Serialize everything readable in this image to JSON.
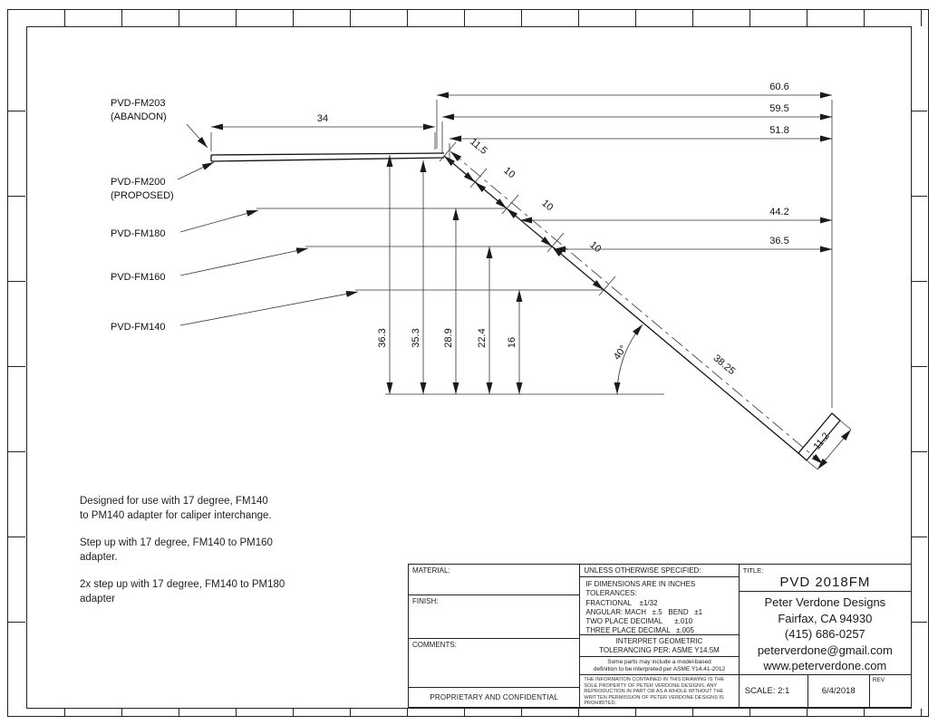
{
  "drawing": {
    "labels": {
      "fm203_line1": "PVD-FM203",
      "fm203_line2": "(ABANDON)",
      "fm200_line1": "PVD-FM200",
      "fm200_line2": "(PROPOSED)",
      "fm180": "PVD-FM180",
      "fm160": "PVD-FM160",
      "fm140": "PVD-FM140"
    },
    "dims": {
      "top_left": "34",
      "overall": "60.6",
      "second": "59.5",
      "third": "51.8",
      "fm180_x": "44.2",
      "fm160_x": "36.5",
      "diag_1": "11.5",
      "diag_2": "10",
      "diag_3": "10",
      "diag_4": "10",
      "h_fm203": "36.3",
      "h_fm200": "35.3",
      "h_fm180": "28.9",
      "h_fm160": "22.4",
      "h_fm140": "16",
      "angle": "40°",
      "diag_len": "38.25",
      "end_width": "11.2"
    },
    "notes": [
      {
        "l1": "Designed for use with 17 degree, FM140",
        "l2": "to PM140 adapter for caliper interchange."
      },
      {
        "l1": "Step up with 17 degree, FM140 to PM160",
        "l2": "adapter."
      },
      {
        "l1": "2x step up with 17 degree, FM140 to PM180",
        "l2": "adapter"
      }
    ]
  },
  "title_block": {
    "material_label": "MATERIAL:",
    "finish_label": "FINISH:",
    "comments_label": "COMMENTS:",
    "proprietary": "PROPRIETARY AND CONFIDENTIAL",
    "unless_header": "UNLESS OTHERWISE SPECIFIED:",
    "tol_line1": "IF DIMENSIONS ARE IN INCHES",
    "tol_line2": "TOLERANCES:",
    "tol_line3": "FRACTIONAL    ±1/32",
    "tol_line4": "ANGULAR: MACH   ±.5   BEND   ±1",
    "tol_line5": "TWO PLACE DECIMAL      ±.010",
    "tol_line6": "THREE PLACE DECIMAL   ±.005",
    "interpret_line1": "INTERPRET GEOMETRIC",
    "interpret_line2": "TOLERANCING PER: ASME Y14.5M",
    "mbd_line1": "Some parts may include a model-based",
    "mbd_line2": "definition to be interpreted per ASME Y14.41-2012",
    "disclaimer": "THE INFORMATION CONTAINED IN THIS DRAWING IS THE SOLE PROPERTY OF PETER VERDONE DESIGNS. ANY REPRODUCTION IN PART OR AS A WHOLE WITHOUT THE WRITTEN PERMISSION OF PETER VERDONE DESIGNS IS PROHIBITED.",
    "title_label": "TITLE:",
    "title": "PVD 2018FM",
    "company_line1": "Peter Verdone Designs",
    "company_line2": "Fairfax, CA 94930",
    "company_line3": "(415) 686-0257",
    "company_line4": "peterverdone@gmail.com",
    "company_line5": "www.peterverdone.com",
    "scale": "SCALE: 2:1",
    "date": "6/4/2018",
    "rev_label": "REV"
  }
}
